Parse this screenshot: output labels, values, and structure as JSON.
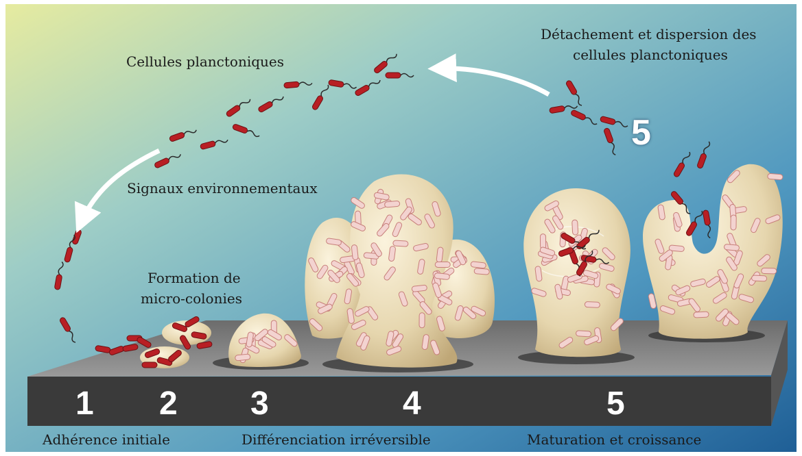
{
  "labels": {
    "planktonic_cells": "Cellules planctoniques",
    "detachment_line1": "Détachement et dispersion des",
    "detachment_line2": "cellules planctoniques",
    "env_signals": "Signaux environnementaux",
    "microcolonies_line1": "Formation de",
    "microcolonies_line2": "micro-colonies"
  },
  "stages": [
    {
      "number": "1",
      "caption": "Adhérence initiale"
    },
    {
      "number": "2",
      "caption": ""
    },
    {
      "number": "3",
      "caption": "Différenciation irréversible"
    },
    {
      "number": "4",
      "caption": ""
    },
    {
      "number": "5",
      "caption": "Maturation et croissance"
    }
  ],
  "dispersal_marker": "5",
  "colors": {
    "bacteria": "#b81f24",
    "biofilm": "#e4d4ac",
    "surface": "#8a8a8a",
    "slab_front": "#3a3a3a"
  }
}
